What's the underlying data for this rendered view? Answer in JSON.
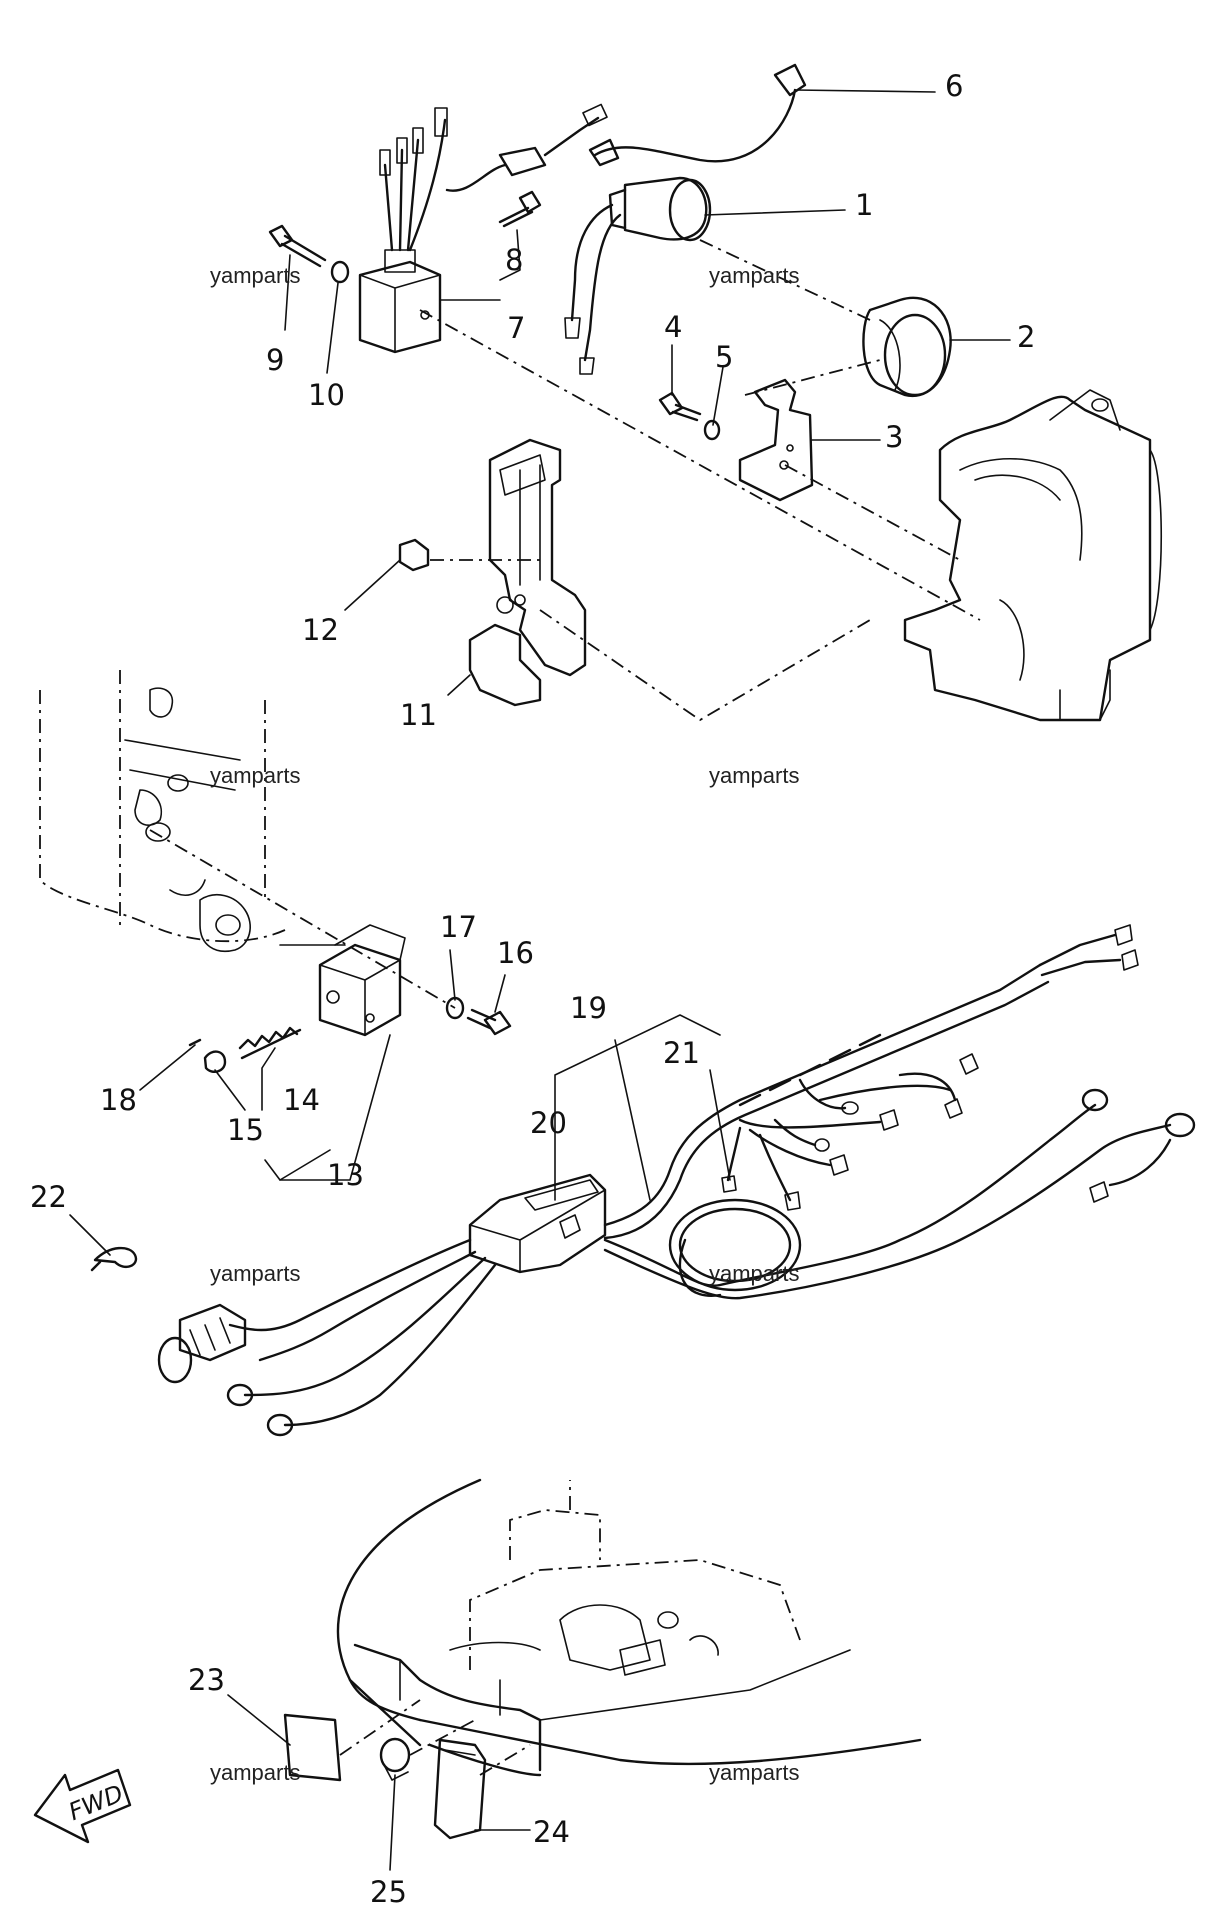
{
  "callouts": {
    "c1": "1",
    "c2": "2",
    "c3": "3",
    "c4": "4",
    "c5": "5",
    "c6": "6",
    "c7": "7",
    "c8": "8",
    "c9": "9",
    "c10": "10",
    "c11": "11",
    "c12": "12",
    "c13": "13",
    "c14": "14",
    "c15": "15",
    "c16": "16",
    "c17": "17",
    "c18": "18",
    "c19": "19",
    "c20": "20",
    "c21": "21",
    "c22": "22",
    "c23": "23",
    "c24": "24",
    "c25": "25"
  },
  "watermark": "yamparts",
  "direction_label": "FWD"
}
